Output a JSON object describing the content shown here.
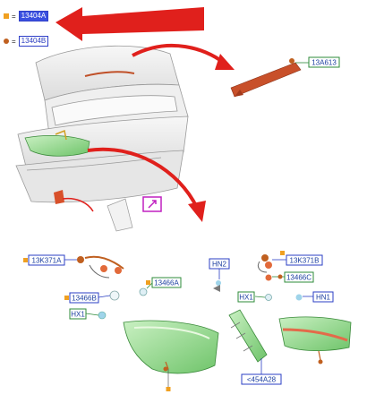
{
  "legend": [
    {
      "marker": "square",
      "color": "#f0a020",
      "equals": "=",
      "code": "13404A"
    },
    {
      "marker": "dot",
      "color": "#c06020",
      "equals": "=",
      "code": "13404B"
    }
  ],
  "callouts": {
    "high_mount_lamp": "13A613",
    "bulb_holder_left": "13K371A",
    "bulb_holder_right": "13K371B",
    "bulb_left_upper": "13466A",
    "bulb_left_lower": "13466B",
    "bulb_right": "13466C",
    "hx1_left": "HX1",
    "hx1_right": "HX1",
    "hn2": "HN2",
    "hn1": "HN1",
    "reflector": "<454A28"
  },
  "colors": {
    "arrow_red": "#e0201c",
    "lamp_green": "#8fd68a",
    "label_green_border": "#2e8b3a",
    "label_blue_border": "#2b3fc4",
    "bracket_red": "#c8502a"
  }
}
